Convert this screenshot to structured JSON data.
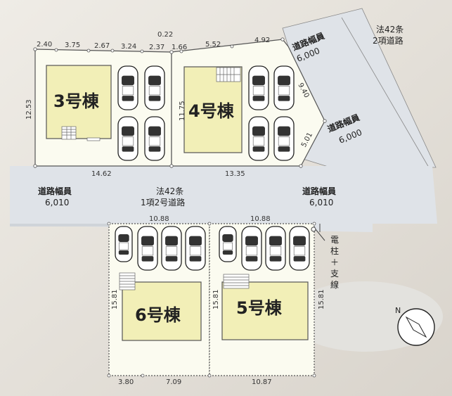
{
  "buildings": {
    "b3": "3号棟",
    "b4": "4号棟",
    "b5": "5号棟",
    "b6": "6号棟"
  },
  "roads": {
    "main_type": "法42条",
    "main_clause": "1項2号道路",
    "width_label": "道路幅員",
    "width_left": "6,010",
    "width_right": "6,010",
    "ne_type": "法42条",
    "ne_clause": "2項道路",
    "ne_width_a": "6,000",
    "ne_width_b": "6,000"
  },
  "pole_note": [
    "電",
    "柱",
    "＋",
    "支",
    "線"
  ],
  "dimensions": {
    "top_240": "2.40",
    "top_375": "3.75",
    "top_267": "2.67",
    "top_324": "3.24",
    "top_237": "2.37",
    "top_022": "0.22",
    "top_166": "1.66",
    "top_552": "5.52",
    "top_492": "4.92",
    "left_1253": "12.53",
    "mid_1175": "11.75",
    "diag_940": "9.40",
    "diag_501": "5.01",
    "front_1462": "14.62",
    "front_1335": "13.35",
    "south_1088a": "10.88",
    "south_1088b": "10.88",
    "s6_1581": "15.81",
    "s5_1581a": "15.81",
    "s5_1581b": "15.81",
    "bottom_380": "3.80",
    "bottom_709": "7.09",
    "bottom_1087": "10.87"
  },
  "compass": {
    "north_label": "N"
  },
  "colors": {
    "lot_fill": "#fbfbf0",
    "building_fill": "#f2efb7",
    "road_fill": "#dfe3e8",
    "boundary": "#555555"
  }
}
